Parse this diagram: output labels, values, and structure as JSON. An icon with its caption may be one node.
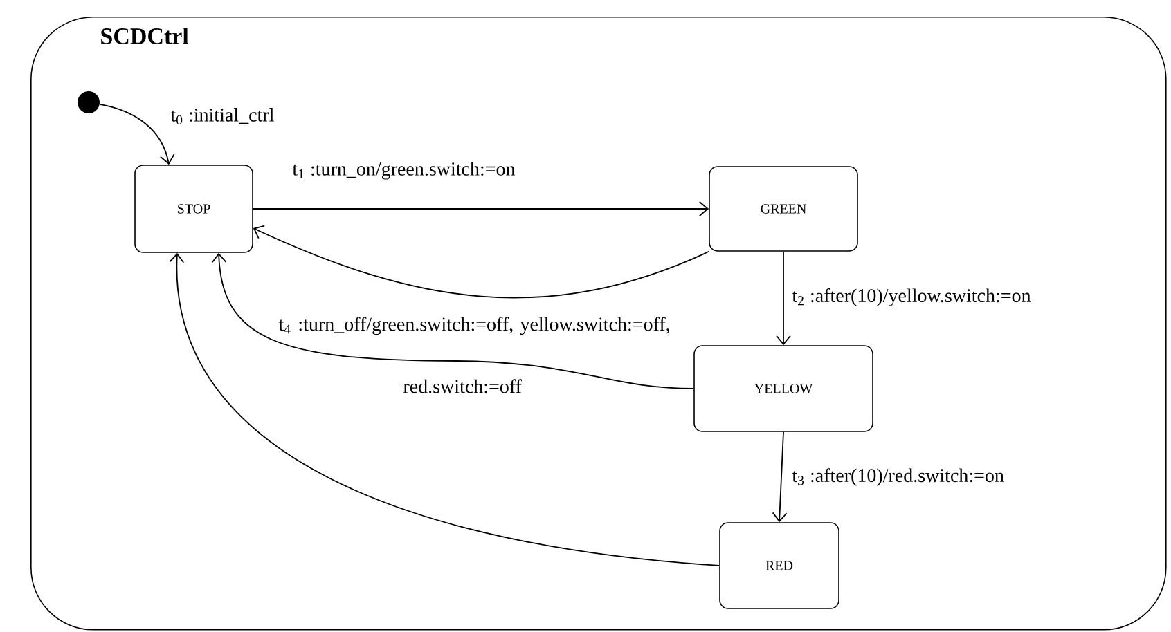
{
  "diagram": {
    "nodes": [
      {
        "text": [
          "SCDCtrl"
        ]
      },
      {
        "text": [],
        "shape": "circle",
        "in": 0
      },
      {
        "text": [
          "STOP"
        ],
        "in": 0
      },
      {
        "text": [
          "GREEN"
        ],
        "in": 0
      },
      {
        "text": [
          "YELLOW"
        ],
        "in": 0
      },
      {
        "text": [
          "RED"
        ],
        "in": 0
      }
    ],
    "edges": [
      {
        "from": 1,
        "to": 2,
        "arrow": "to",
        "label": "t$_{0}$ :initial_ctrl"
      },
      {
        "from": 2,
        "to": 3,
        "arrow": "to",
        "label": "t$_{1}$ :turn_on/green.switch:=on"
      },
      {
        "from": 3,
        "to": 2,
        "arrow": "to"
      },
      {
        "from": 3,
        "to": 4,
        "arrow": "to",
        "label": "t$_{2}$ :after(10)/yellow.switch:=on"
      },
      {
        "from": 4,
        "to": 5,
        "arrow": "to",
        "label": "t$_{3}$ :after(10)/red.switch:=on"
      },
      {
        "from": 4,
        "to": 2,
        "arrow": "to",
        "label": "t$_{4}$ :turn_off/green.switch:=off, yellow.switch:=off, red.switch:=off"
      },
      {
        "from": 5,
        "to": 2,
        "arrow": "to"
      }
    ]
  }
}
